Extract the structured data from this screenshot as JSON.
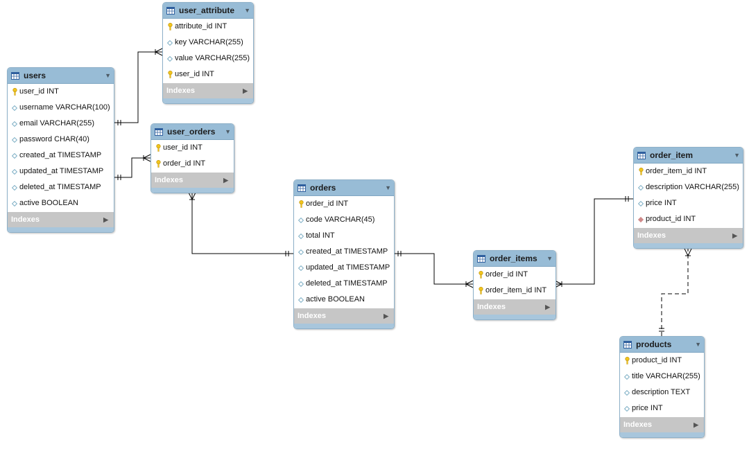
{
  "colors": {
    "header": "#98bcd6",
    "border": "#8db0c9",
    "indexes_bar": "#c6c6c6",
    "footer": "#a8c6dc",
    "line": "#000000",
    "pk_key": "#f2c51e",
    "fk_diamond": "#d08a8a",
    "col_diamond": "#7fb0c6"
  },
  "icons": {
    "table": "table-grid-icon",
    "primary_key": "key-icon",
    "column": "diamond-icon",
    "foreign_key": "red-diamond-icon",
    "toggle": "triangle-down-icon",
    "expand": "triangle-right-icon"
  },
  "indexes_label": "Indexes",
  "tables": [
    {
      "id": "users",
      "title": "users",
      "columns": [
        {
          "text": "user_id INT",
          "kind": "pk"
        },
        {
          "text": "username VARCHAR(100)",
          "kind": "col"
        },
        {
          "text": "email VARCHAR(255)",
          "kind": "col"
        },
        {
          "text": "password CHAR(40)",
          "kind": "col"
        },
        {
          "text": "created_at TIMESTAMP",
          "kind": "col"
        },
        {
          "text": "updated_at TIMESTAMP",
          "kind": "col"
        },
        {
          "text": "deleted_at TIMESTAMP",
          "kind": "col"
        },
        {
          "text": "active BOOLEAN",
          "kind": "col"
        }
      ]
    },
    {
      "id": "user_attribute",
      "title": "user_attribute",
      "columns": [
        {
          "text": "attribute_id INT",
          "kind": "pk"
        },
        {
          "text": "key VARCHAR(255)",
          "kind": "col"
        },
        {
          "text": "value VARCHAR(255)",
          "kind": "col"
        },
        {
          "text": "user_id INT",
          "kind": "pk"
        }
      ]
    },
    {
      "id": "user_orders",
      "title": "user_orders",
      "columns": [
        {
          "text": "user_id INT",
          "kind": "pk"
        },
        {
          "text": "order_id INT",
          "kind": "pk"
        }
      ]
    },
    {
      "id": "orders",
      "title": "orders",
      "columns": [
        {
          "text": "order_id INT",
          "kind": "pk"
        },
        {
          "text": "code VARCHAR(45)",
          "kind": "col"
        },
        {
          "text": "total INT",
          "kind": "col"
        },
        {
          "text": "created_at TIMESTAMP",
          "kind": "col"
        },
        {
          "text": "updated_at TIMESTAMP",
          "kind": "col"
        },
        {
          "text": "deleted_at TIMESTAMP",
          "kind": "col"
        },
        {
          "text": "active BOOLEAN",
          "kind": "col"
        }
      ]
    },
    {
      "id": "order_items",
      "title": "order_items",
      "columns": [
        {
          "text": "order_id INT",
          "kind": "pk"
        },
        {
          "text": "order_item_id INT",
          "kind": "pk"
        }
      ]
    },
    {
      "id": "order_item",
      "title": "order_item",
      "columns": [
        {
          "text": "order_item_id INT",
          "kind": "pk"
        },
        {
          "text": "description VARCHAR(255)",
          "kind": "col"
        },
        {
          "text": "price INT",
          "kind": "col"
        },
        {
          "text": "product_id INT",
          "kind": "fk"
        }
      ]
    },
    {
      "id": "products",
      "title": "products",
      "columns": [
        {
          "text": "product_id INT",
          "kind": "pk"
        },
        {
          "text": "title VARCHAR(255)",
          "kind": "col"
        },
        {
          "text": "description TEXT",
          "kind": "col"
        },
        {
          "text": "price INT",
          "kind": "col"
        }
      ]
    }
  ],
  "relationships": [
    {
      "from": "users",
      "to": "user_attribute",
      "from_card": "one",
      "to_card": "many",
      "style": "solid"
    },
    {
      "from": "users",
      "to": "user_orders",
      "from_card": "one",
      "to_card": "many",
      "style": "solid"
    },
    {
      "from": "orders",
      "to": "user_orders",
      "from_card": "one",
      "to_card": "many",
      "style": "solid"
    },
    {
      "from": "orders",
      "to": "order_items",
      "from_card": "one",
      "to_card": "many",
      "style": "solid"
    },
    {
      "from": "order_item",
      "to": "order_items",
      "from_card": "one",
      "to_card": "many",
      "style": "solid"
    },
    {
      "from": "products",
      "to": "order_item",
      "from_card": "one",
      "to_card": "many",
      "style": "dashed"
    }
  ]
}
